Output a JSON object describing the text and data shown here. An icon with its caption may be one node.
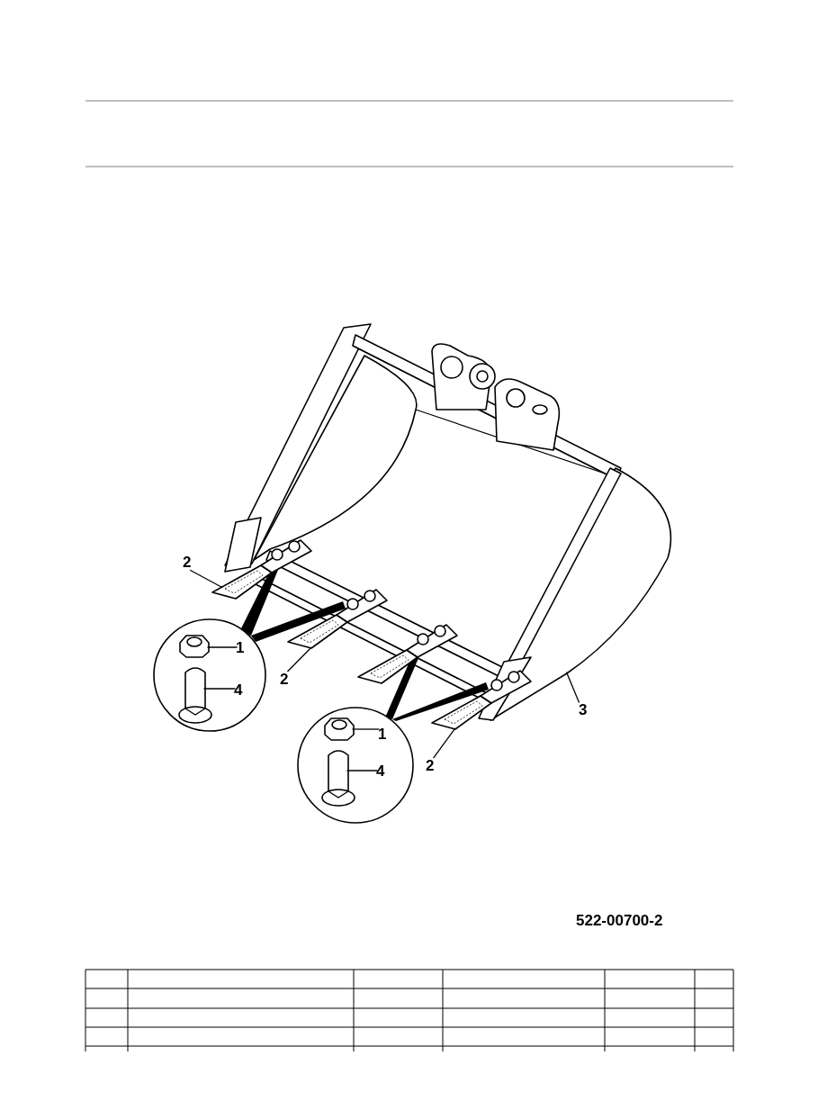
{
  "diagram": {
    "nodes": [
      {
        "text": [],
        "shape": "picture"
      },
      {
        "text": [],
        "shape": "picture",
        "in": 0
      },
      {
        "text": [],
        "shape": "picture",
        "in": 0
      },
      {
        "text": [],
        "shape": "picture",
        "in": 0
      },
      {
        "text": [],
        "shape": "picture",
        "in": 0
      },
      {
        "text": [
          "2"
        ]
      },
      {
        "text": [],
        "shape": "circle"
      },
      {
        "text": [
          "1"
        ]
      },
      {
        "text": [
          "4"
        ]
      },
      {
        "text": [],
        "shape": "picture",
        "in": 6
      },
      {
        "text": [],
        "shape": "picture",
        "in": 6
      },
      {
        "text": [
          "2"
        ],
        "in": 0
      },
      {
        "text": [
          "3"
        ],
        "in": 0
      },
      {
        "text": [],
        "shape": "circle"
      },
      {
        "text": [
          "1"
        ],
        "in": 13
      },
      {
        "text": [
          "4"
        ],
        "in": 13
      },
      {
        "text": [],
        "shape": "picture",
        "in": 13
      },
      {
        "text": [],
        "shape": "picture",
        "in": 13
      },
      {
        "text": [
          "2"
        ]
      }
    ],
    "edges": [
      {
        "from": 5,
        "to": 1,
        "arrow": "none"
      },
      {
        "from": 7,
        "to": 9,
        "arrow": "none"
      },
      {
        "from": 8,
        "to": 10,
        "arrow": "none"
      },
      {
        "from": 11,
        "to": 2,
        "arrow": "none"
      },
      {
        "from": 12,
        "to": 0,
        "arrow": "none"
      },
      {
        "from": 14,
        "to": 16,
        "arrow": "none"
      },
      {
        "from": 15,
        "to": 17,
        "arrow": "none"
      },
      {
        "from": 18,
        "to": 4,
        "arrow": "none"
      }
    ],
    "labels": [
      "522-00700-2"
    ]
  }
}
